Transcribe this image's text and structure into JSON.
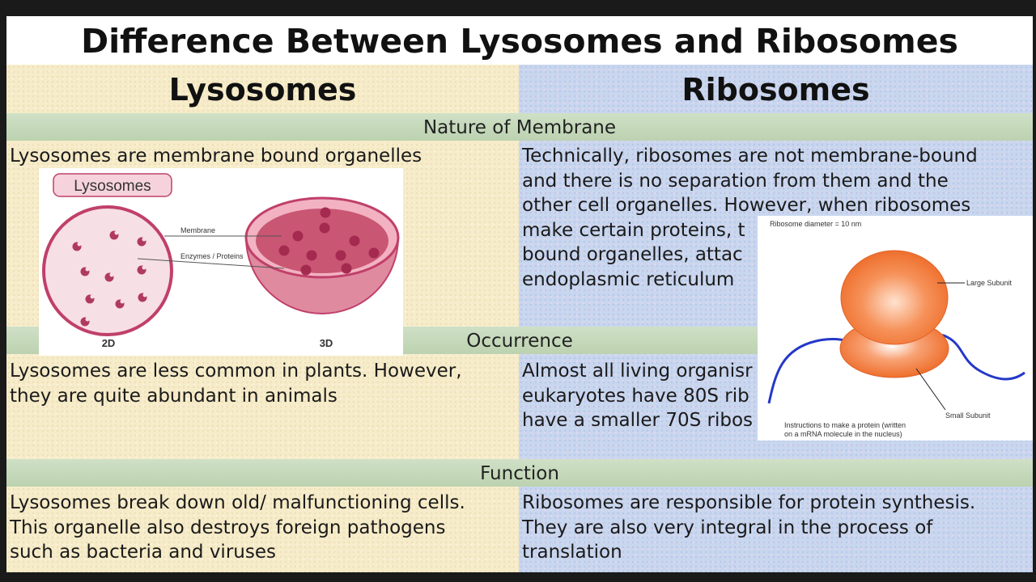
{
  "title": "Difference Between Lysosomes and Ribosomes",
  "columns": {
    "left": "Lysosomes",
    "right": "Ribosomes"
  },
  "sections": [
    {
      "header": "Nature of Membrane",
      "left": [
        "Lysosomes are membrane bound organelles"
      ],
      "right": [
        "Technically, ribosomes are not membrane-bound",
        "and there is no separation from them and the",
        "other cell organelles. However, when ribosomes",
        "make certain proteins, t",
        "bound organelles, attac",
        "endoplasmic reticulum"
      ]
    },
    {
      "header": "Occurrence",
      "left": [
        "Lysosomes are less common in plants. However,",
        "they are quite abundant in animals"
      ],
      "right": [
        "Almost all living organisr",
        "eukaryotes have 80S rib",
        "have a smaller 70S ribos"
      ]
    },
    {
      "header": "Function",
      "left": [
        "Lysosomes break down old/ malfunctioning cells.",
        "This organelle also destroys foreign pathogens",
        "such as bacteria and viruses"
      ],
      "right": [
        "Ribosomes are responsible for protein synthesis.",
        "They are also very integral in the process of",
        "translation"
      ]
    }
  ],
  "lysosome_figure": {
    "badge": "Lysosomes",
    "membrane_label": "Membrane",
    "enzymes_label": "Enzymes / Proteins",
    "label_2d": "2D",
    "label_3d": "3D",
    "colors": {
      "membrane": "#c0406a",
      "fill": "#f7dfe6",
      "enzyme": "#b03a5f",
      "badge_fill": "#f6d3dc"
    }
  },
  "ribosome_figure": {
    "diameter_label": "Ribosome diameter = 10 nm",
    "large_label": "Large Subunit",
    "small_label": "Small Subunit",
    "mrna_label_line1": "Instructions to make a protein (written",
    "mrna_label_line2": "on a mRNA molecule in the nucleus)",
    "colors": {
      "subunit": "#f07a3a",
      "mrna": "#2438c8"
    }
  },
  "colors": {
    "left_bg": "#f6ecc9",
    "right_bg": "#c8d6ee",
    "band": "#c6dabb"
  }
}
